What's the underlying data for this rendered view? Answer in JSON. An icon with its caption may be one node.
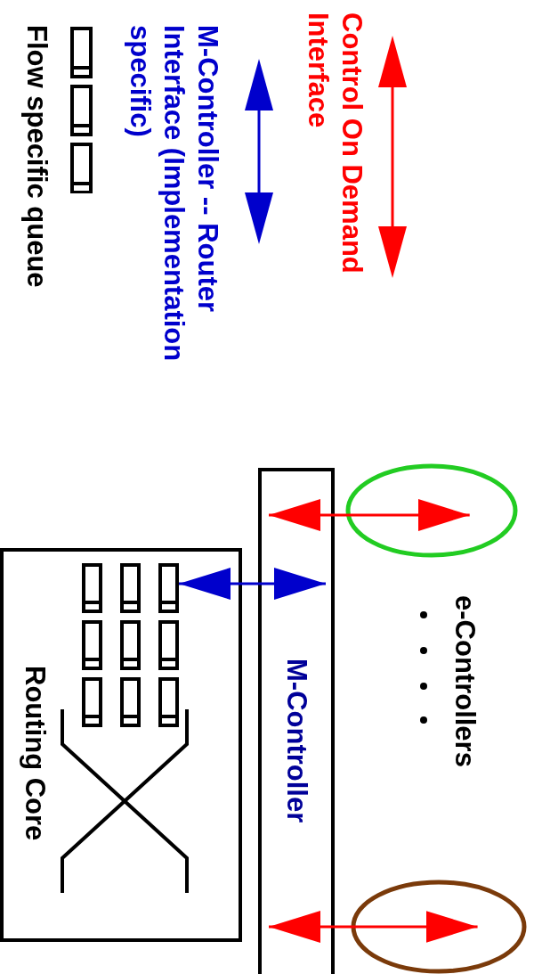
{
  "diagram": {
    "nodes": [
      {
        "text": [
          "M-Controller"
        ]
      },
      {
        "text": [
          "Routing Core"
        ]
      },
      {
        "text": [],
        "shape": "circle"
      },
      {
        "text": [],
        "shape": "circle"
      },
      {
        "text": [],
        "shape": "box",
        "in": 1
      }
    ],
    "edges": [
      {
        "from": 0,
        "to": 2,
        "arrow": "both"
      },
      {
        "from": 0,
        "to": 3,
        "arrow": "both"
      },
      {
        "from": 0,
        "to": 4,
        "arrow": "both",
        "color": "#0000cc"
      }
    ],
    "labels": [
      "e-Controllers"
    ],
    "legend": [
      {
        "text": "Control On Demand Interface"
      },
      {
        "text": "M-Controller -- Router Interface (Implementation specific)"
      },
      {
        "text": "Flow specific queue"
      }
    ]
  }
}
